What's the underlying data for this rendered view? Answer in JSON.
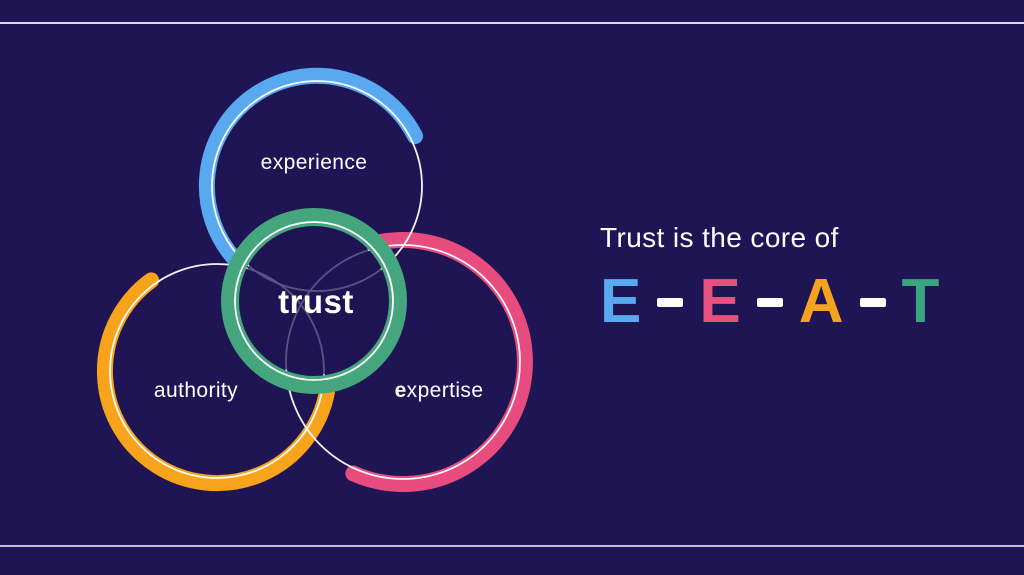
{
  "page": {
    "background_color": "#1f1555",
    "divider_color": "#ecebf7"
  },
  "venn": {
    "line_color": "#ffffff",
    "circles": [
      {
        "id": "experience",
        "label": "experience",
        "color": "#58a9f0"
      },
      {
        "id": "authority",
        "label": "authority",
        "color": "#f7a41c"
      },
      {
        "id": "expertise",
        "label_first": "e",
        "label_rest": "xpertise",
        "color": "#e84b7d"
      },
      {
        "id": "trust",
        "label": "trust",
        "color": "#45a67e"
      }
    ]
  },
  "headline": {
    "intro": "Trust is the core of",
    "intro_color": "#ffffff",
    "acronym": [
      {
        "char": "E",
        "color": "#58a9f0"
      },
      {
        "char": "dash",
        "color": "#ffffff"
      },
      {
        "char": "E",
        "color": "#e8517d"
      },
      {
        "char": "dash",
        "color": "#ffffff"
      },
      {
        "char": "A",
        "color": "#f5a31f"
      },
      {
        "char": "dash",
        "color": "#ffffff"
      },
      {
        "char": "T",
        "color": "#3aa580"
      }
    ]
  }
}
